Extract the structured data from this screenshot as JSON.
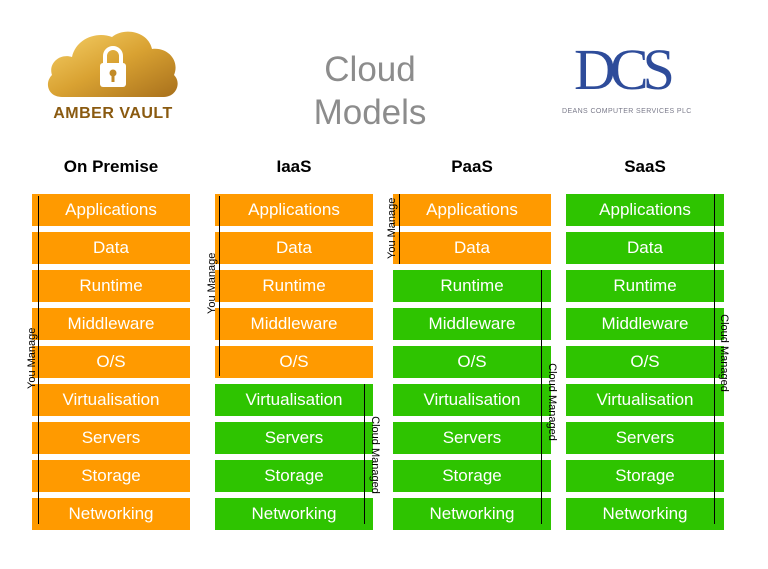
{
  "title": {
    "line1": "Cloud",
    "line2": "Models"
  },
  "logos": {
    "left_text": "AMBER VAULT",
    "right_letters": "DCS",
    "right_subtitle": "DEANS COMPUTER SERVICES PLC"
  },
  "columns": [
    {
      "heading": "On Premise"
    },
    {
      "heading": "IaaS"
    },
    {
      "heading": "PaaS"
    },
    {
      "heading": "SaaS"
    }
  ],
  "layers": [
    "Applications",
    "Data",
    "Runtime",
    "Middleware",
    "O/S",
    "Virtualisation",
    "Servers",
    "Storage",
    "Networking"
  ],
  "labels": {
    "you_manage": "You Manage",
    "cloud_managed": "Cloud Managed"
  },
  "colors": {
    "you_manage": "#ff9a00",
    "cloud_managed": "#2ec400"
  }
}
